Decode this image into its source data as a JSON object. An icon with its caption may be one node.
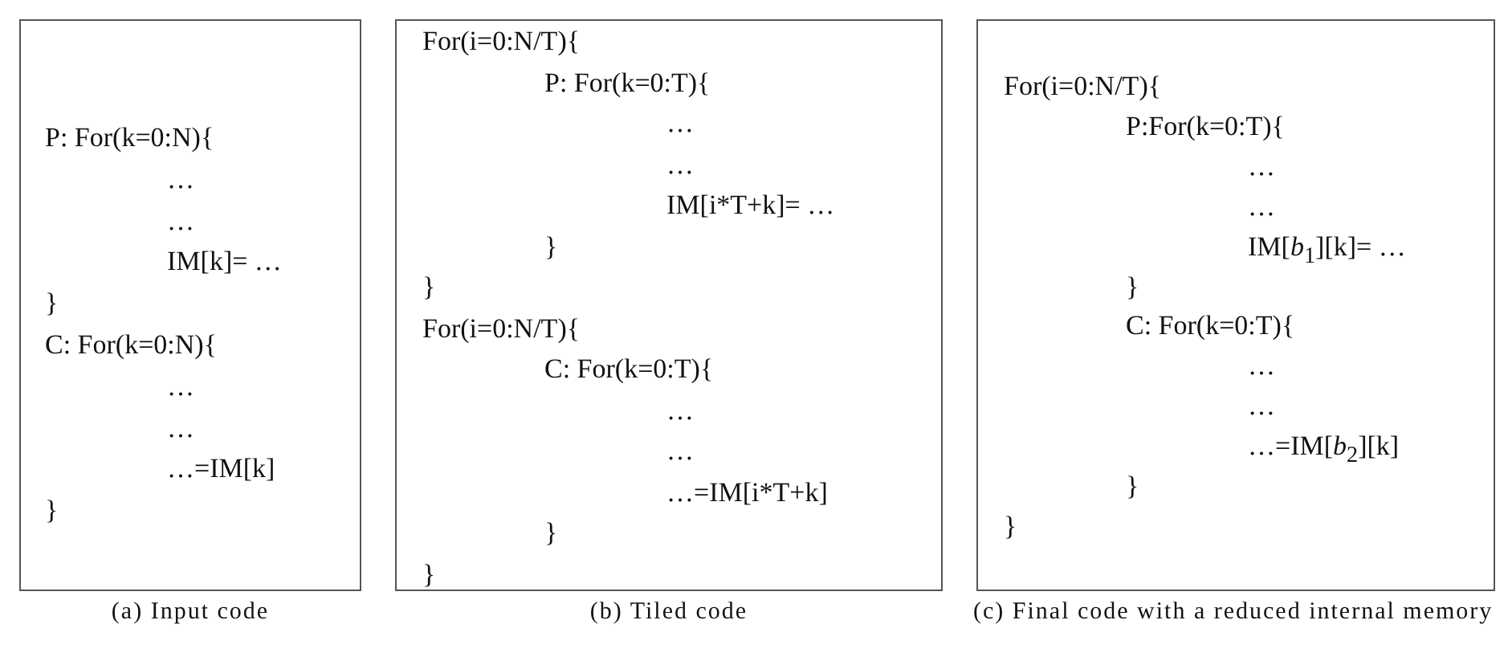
{
  "diagram": {
    "nodes": [
      {
        "text": [
          "P: For(k=0:N){",
          "…",
          "…",
          "IM[k]= …",
          "}",
          "C: For(k=0:N){",
          "…",
          "…",
          "…=IM[k]",
          "}"
        ],
        "beside": [
          "(a) Input code"
        ]
      },
      {
        "text": [
          "For(i=0:N/T){",
          "P: For(k=0:T){",
          "…",
          "…",
          "IM[i*T+k]= …",
          "}",
          "}",
          "For(i=0:N/T){",
          "C: For(k=0:T){",
          "…",
          "…",
          "…=IM[i*T+k]",
          "}",
          "}"
        ],
        "beside": [
          "(b) Tiled code"
        ]
      },
      {
        "text": [
          "For(i=0:N/T){",
          "P:For(k=0:T){",
          "…",
          "…",
          "IM[*b*$_{1}$][k]= …",
          "}",
          "C: For(k=0:T){",
          "…",
          "…",
          "…=IM[*b*$_{2}$][k]",
          "}",
          "}"
        ],
        "beside": [
          "(c) Final code with a reduced internal memory"
        ]
      }
    ]
  }
}
